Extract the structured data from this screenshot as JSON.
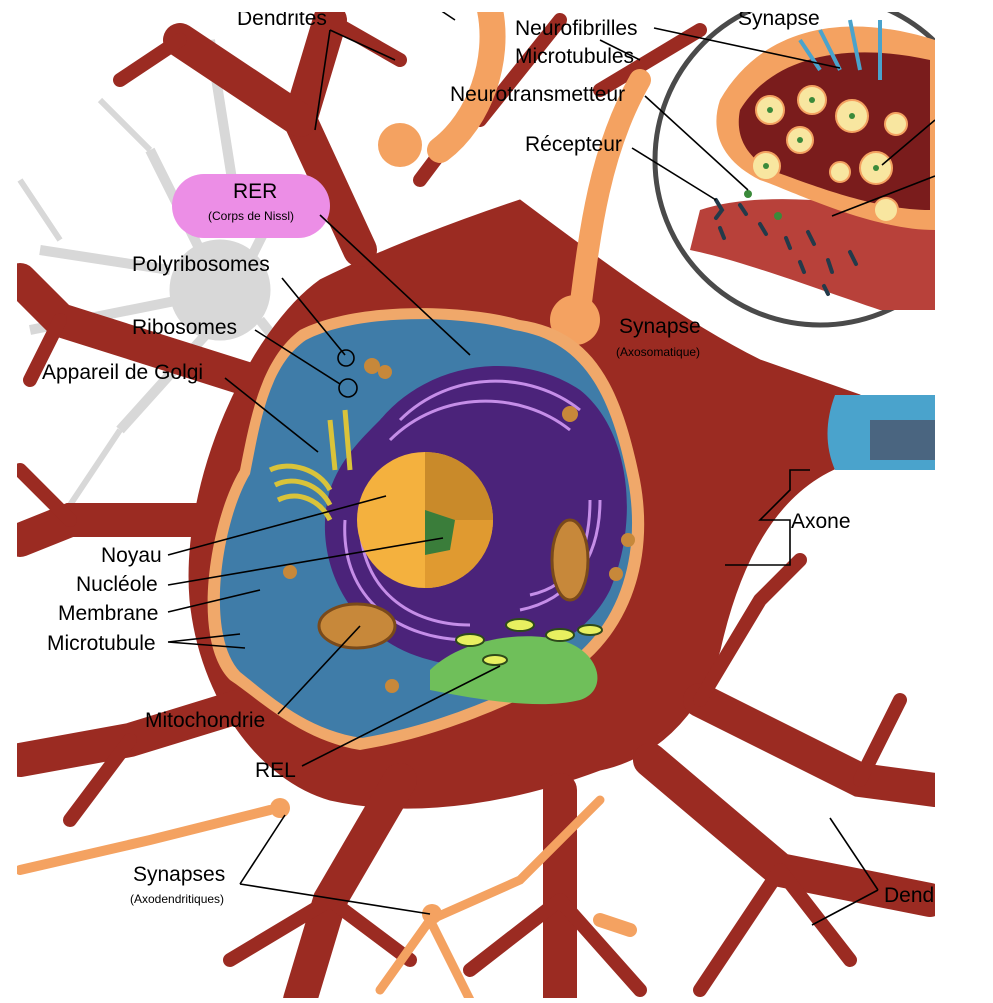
{
  "diagram": {
    "labels": {
      "dendrites_top": "Dendrites",
      "rer": "RER",
      "rer_sub": "(Corps de Nissl)",
      "polyribosomes": "Polyribosomes",
      "ribosomes": "Ribosomes",
      "golgi": "Appareil de Golgi",
      "noyau": "Noyau",
      "nucleole": "Nucléole",
      "membrane": "Membrane",
      "microtubule": "Microtubule",
      "mitochondrie": "Mitochondrie",
      "rel": "REL",
      "synapses": "Synapses",
      "synapses_sub": "(Axodendritiques)",
      "synapse_axo": "Synapse",
      "synapse_axo_sub": "(Axosomatique)",
      "axone": "Axone",
      "dendrites_bottom": "Dend",
      "synapse_inset": "Synapse",
      "neurofibrilles": "Neurofibrilles",
      "microtubules": "Microtubules",
      "neurotransmetteur": "Neurotransmetteur",
      "recepteur": "Récepteur"
    },
    "colors": {
      "neuron": "#9b2b22",
      "axon_terminal": "#f4a261",
      "nucleus": "#f4b13e",
      "nucleolus": "#3a7d3a",
      "rer": "#5b2a86",
      "cytoplasm": "#3f7ca8",
      "rer_body": "#ec8ee6",
      "axon_sheath": "#4aa3cc"
    }
  }
}
